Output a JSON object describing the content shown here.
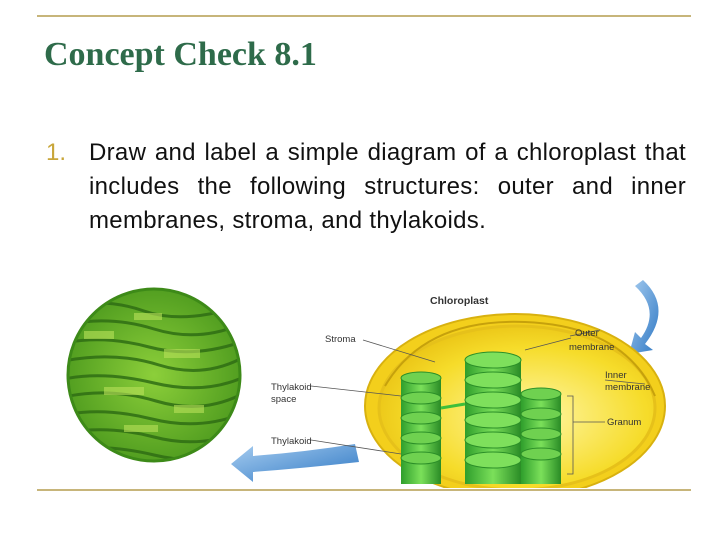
{
  "slide": {
    "title": "Concept Check 8.1",
    "question": {
      "number": "1.",
      "text": "Draw and label a simple diagram of a chloroplast that includes the following structures: outer and inner membranes, stroma, and thylakoids."
    }
  },
  "diagram": {
    "title": "Chloroplast",
    "labels": {
      "stroma": "Stroma",
      "thylakoid_space_1": "Thylakoid",
      "thylakoid_space_2": "space",
      "thylakoid": "Thylakoid",
      "outer_1": "Outer",
      "outer_2": "membrane",
      "inner_1": "Inner",
      "inner_2": "membrane",
      "granum": "Granum"
    }
  },
  "colors": {
    "title": "#2e6b4a",
    "number": "#c8a63a",
    "rule": "#c7b57a",
    "arrow": "#4a8ed0",
    "stroma": "#f2d21a",
    "grana": "#3fbf3a"
  }
}
